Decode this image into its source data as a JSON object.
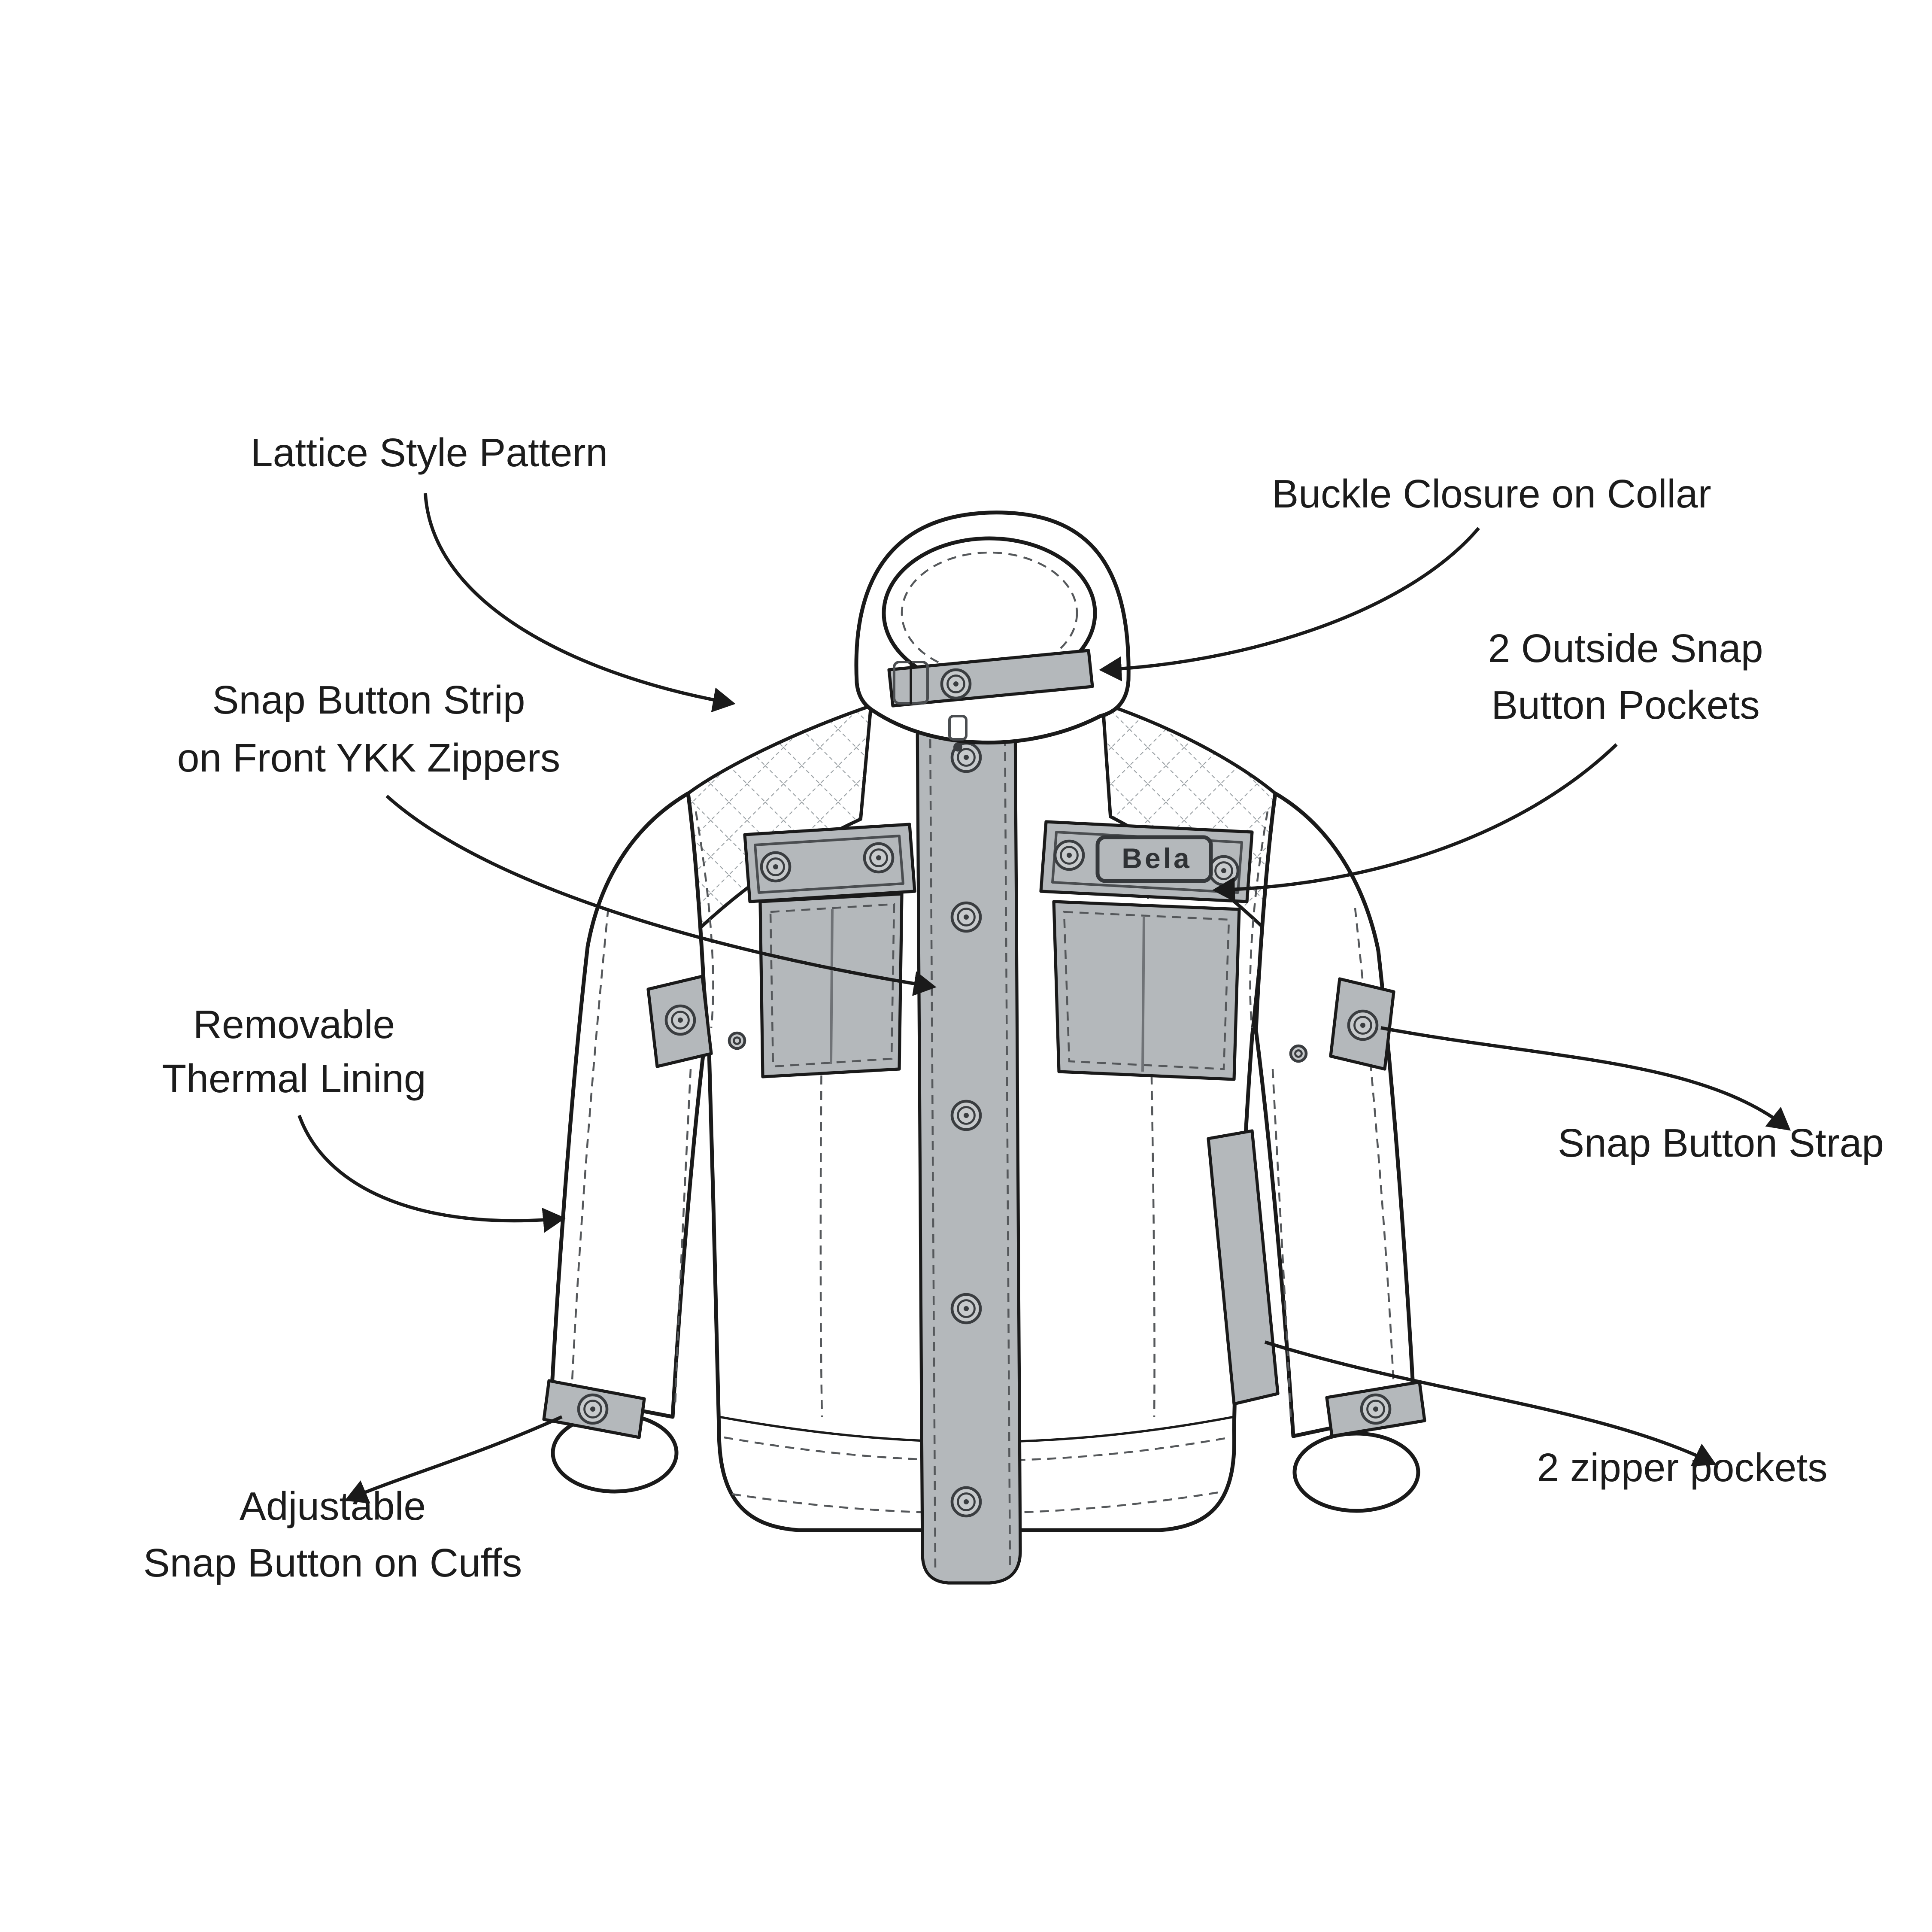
{
  "diagram": {
    "type": "jacket-feature-callouts",
    "brand": "Bela",
    "labels": {
      "lattice_pattern": {
        "line1": "Lattice Style Pattern"
      },
      "buckle_closure": {
        "line1": "Buckle Closure on Collar"
      },
      "outside_pockets": {
        "line1": "2 Outside Snap",
        "line2": "Button Pockets"
      },
      "snap_button_strip": {
        "line1": "Snap Button Strip",
        "line2": "on Front YKK Zippers"
      },
      "thermal_lining": {
        "line1": "Removable",
        "line2": "Thermal Lining"
      },
      "snap_button_strap": {
        "line1": "Snap Button Strap"
      },
      "cuff_snap": {
        "line1": "Adjustable",
        "line2": "Snap Button on Cuffs"
      },
      "zipper_pockets": {
        "line1": "2 zipper pockets"
      }
    },
    "colors": {
      "line": "#1a1a1a",
      "panel_gray": "#b4b8bb",
      "stitch": "#55585b",
      "background": "#ffffff"
    }
  }
}
